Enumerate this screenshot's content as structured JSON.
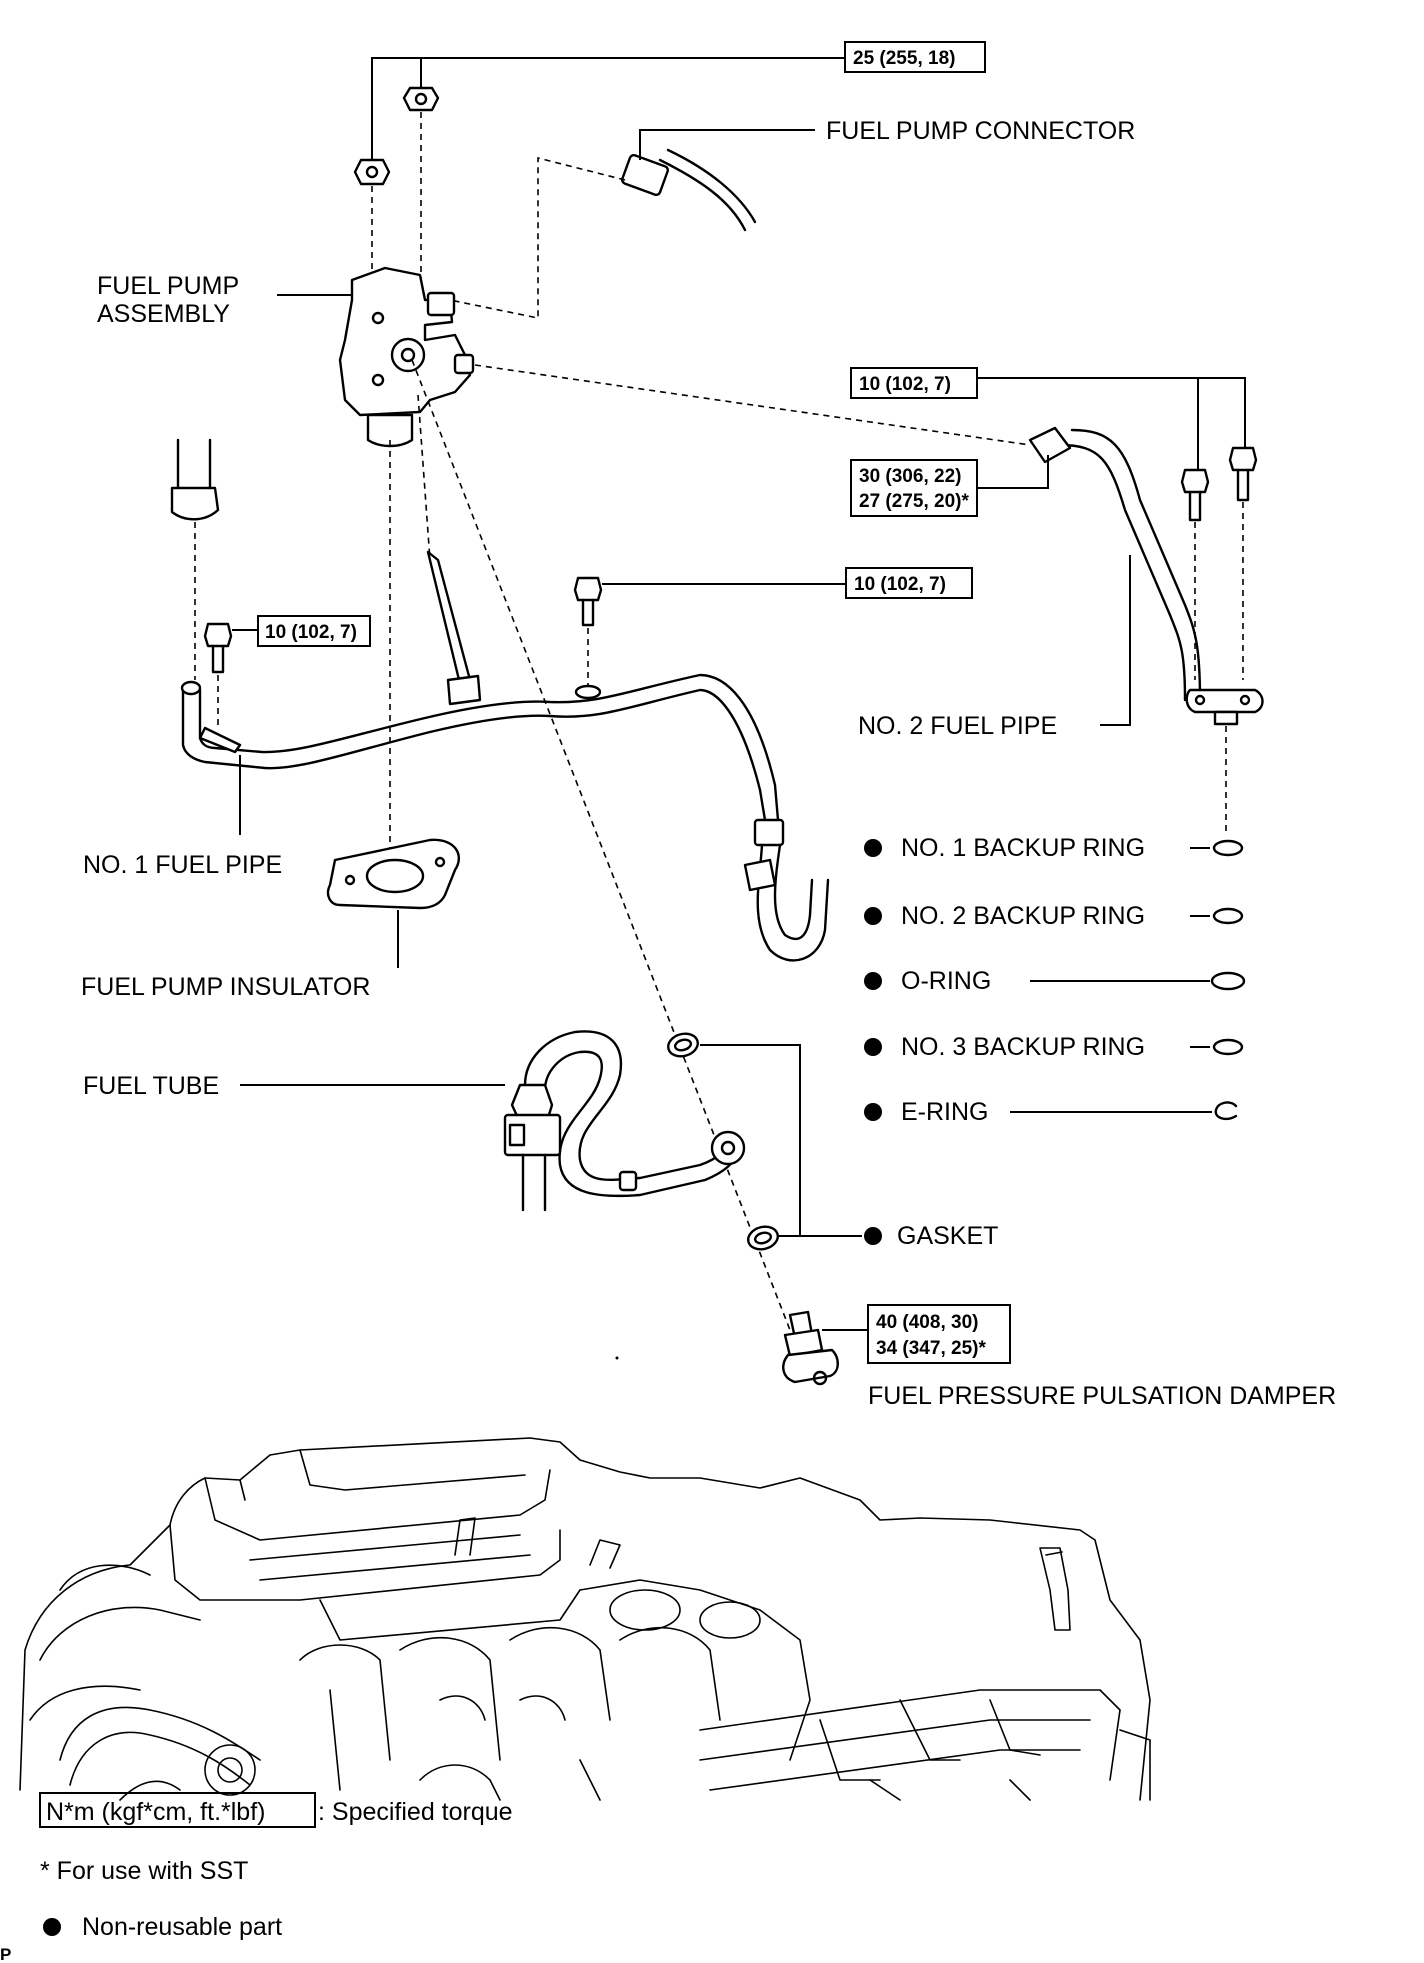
{
  "labels": {
    "fuel_pump_connector": "FUEL PUMP CONNECTOR",
    "fuel_pump_assembly_1": "FUEL PUMP",
    "fuel_pump_assembly_2": "ASSEMBLY",
    "no2_fuel_pipe": "NO. 2 FUEL PIPE",
    "no1_fuel_pipe": "NO. 1 FUEL PIPE",
    "fuel_pump_insulator": "FUEL PUMP INSULATOR",
    "fuel_tube": "FUEL TUBE",
    "fuel_pressure_pulsation_damper": "FUEL PRESSURE PULSATION DAMPER"
  },
  "torques": {
    "pump_nuts": "25 (255, 18)",
    "no2_pipe_bolts": "10 (102, 7)",
    "pipe_union_1": "30 (306, 22)",
    "pipe_union_2": "27 (275, 20)*",
    "center_bolt": "10 (102, 7)",
    "left_bolt": "10 (102, 7)",
    "damper_1": "40 (408, 30)",
    "damper_2": "34 (347, 25)*"
  },
  "nonreusable_parts": [
    "NO. 1 BACKUP RING",
    "NO. 2 BACKUP RING",
    "O-RING",
    "NO. 3 BACKUP RING",
    "E-RING",
    "GASKET"
  ],
  "legend": {
    "torque_box": "N*m (kgf*cm, ft.*lbf)",
    "torque_text": ": Specified torque",
    "sst_note": "* For use with SST",
    "nonreusable_note": "Non-reusable part"
  },
  "corner_mark": "P"
}
